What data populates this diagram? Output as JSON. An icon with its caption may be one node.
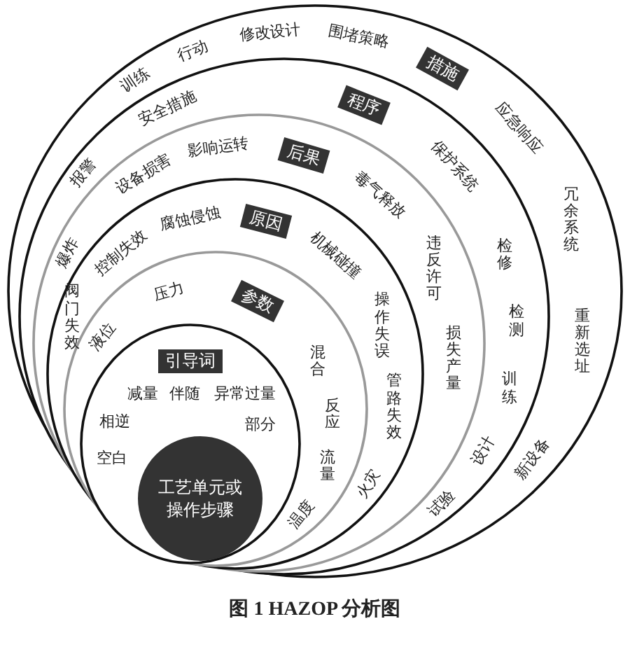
{
  "diagram": {
    "caption": "图 1 HAZOP 分析图",
    "nodes": [
      {
        "text": [
          "措施",
          "训练",
          "行动",
          "修改设计",
          "围堵策略",
          "应急响应",
          "冗余系统",
          "重新选址",
          "新设备"
        ]
      },
      {
        "text": [
          "程序",
          "报警",
          "安全措施",
          "保护系统",
          "检修",
          "检测",
          "训练",
          "设计",
          "试验"
        ],
        "in": 0
      },
      {
        "text": [
          "后果",
          "爆炸",
          "设备损害",
          "影响运转",
          "毒气释放",
          "违反许可",
          "损失产量"
        ],
        "in": 1
      },
      {
        "text": [
          "原因",
          "阀门失效",
          "控制失效",
          "腐蚀侵蚀",
          "机械碰撞",
          "操作失误",
          "管路失效",
          "火灾"
        ],
        "in": 2
      },
      {
        "text": [
          "参数",
          "液位",
          "压力",
          "混合",
          "反应",
          "流量",
          "温度"
        ],
        "in": 3
      },
      {
        "text": [
          "引导词",
          "相逆",
          "空白",
          "减量",
          "伴随",
          "异常过量",
          "部分"
        ],
        "in": 4
      },
      {
        "text": [
          "工艺单元或操作步骤"
        ],
        "in": 5
      }
    ],
    "edges": []
  }
}
